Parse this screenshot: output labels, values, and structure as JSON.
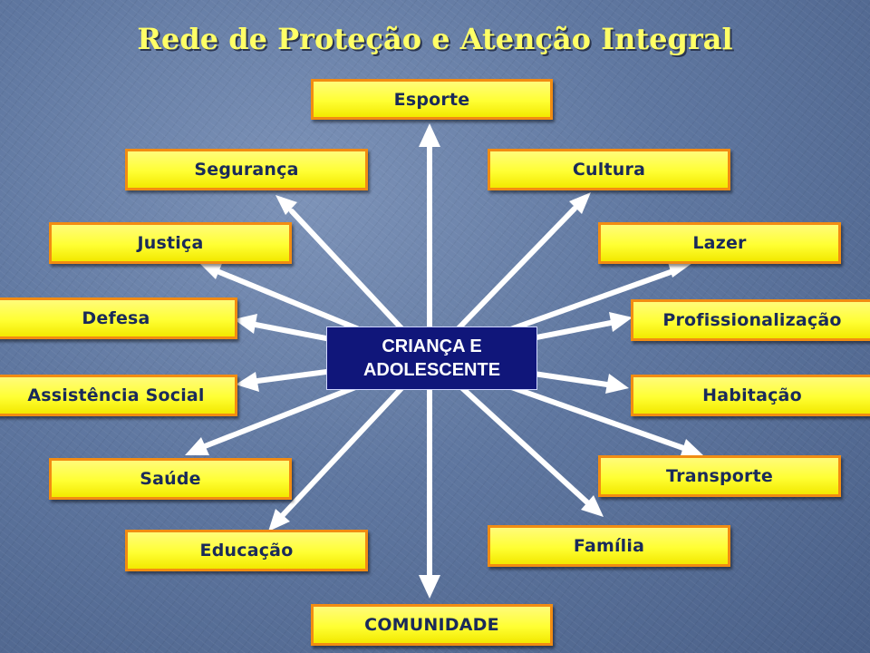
{
  "title": "Rede de Proteção e Atenção Integral",
  "center": {
    "line1": "CRIANÇA E",
    "line2": "ADOLESCENTE"
  },
  "nodes": {
    "esporte": "Esporte",
    "seguranca": "Segurança",
    "cultura": "Cultura",
    "justica": "Justiça",
    "lazer": "Lazer",
    "defesa": "Defesa",
    "profissionalizacao": "Profissionalização",
    "assistencia_social": "Assistência Social",
    "habitacao": "Habitação",
    "saude": "Saúde",
    "transporte": "Transporte",
    "educacao": "Educação",
    "familia": "Família",
    "comunidade": "COMUNIDADE"
  },
  "colors": {
    "title": "#ffff66",
    "box_fill": "#ffff33",
    "box_border": "#f28c12",
    "box_text": "#1a2a5a",
    "center_fill": "#10167a",
    "arrow": "#ffffff"
  }
}
